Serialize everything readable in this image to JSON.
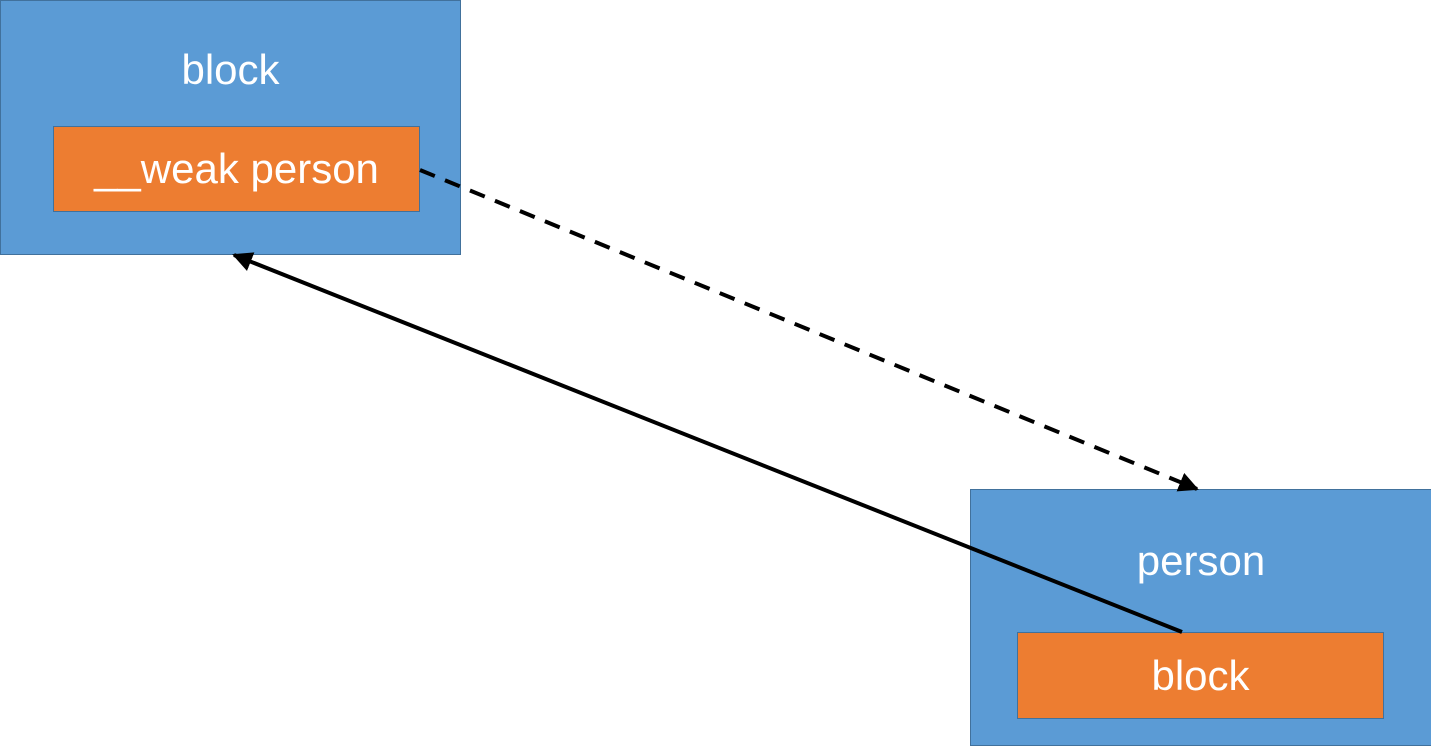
{
  "block_object": {
    "title": "block",
    "field": "__weak person"
  },
  "person_object": {
    "title": "person",
    "field": "block"
  },
  "colors": {
    "object_fill": "#5b9bd5",
    "object_border": "#41719c",
    "field_fill": "#ed7d31",
    "text": "#ffffff",
    "arrow": "#000000"
  }
}
